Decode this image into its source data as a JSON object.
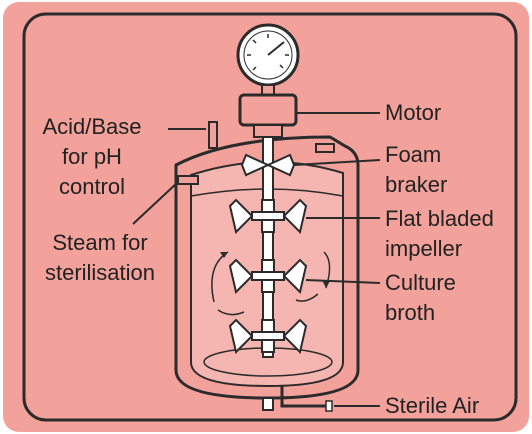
{
  "colors": {
    "background": "#f2a19b",
    "outline": "#2b2b2b",
    "inner_fill": "#f5b5b0",
    "page": "#ffffff"
  },
  "labels": {
    "acid_base": {
      "line1": "Acid/Base",
      "line2": "for pH",
      "line3": "control"
    },
    "steam": {
      "line1": "Steam for",
      "line2": "sterilisation"
    },
    "motor": "Motor",
    "foam": {
      "line1": "Foam",
      "line2": "braker"
    },
    "impeller": {
      "line1": "Flat bladed",
      "line2": "impeller"
    },
    "culture": {
      "line1": "Culture",
      "line2": "broth"
    },
    "air": "Sterile Air"
  },
  "icons": [
    "pressure-gauge-icon",
    "motor-icon",
    "impeller-icon",
    "air-pipe-icon"
  ]
}
